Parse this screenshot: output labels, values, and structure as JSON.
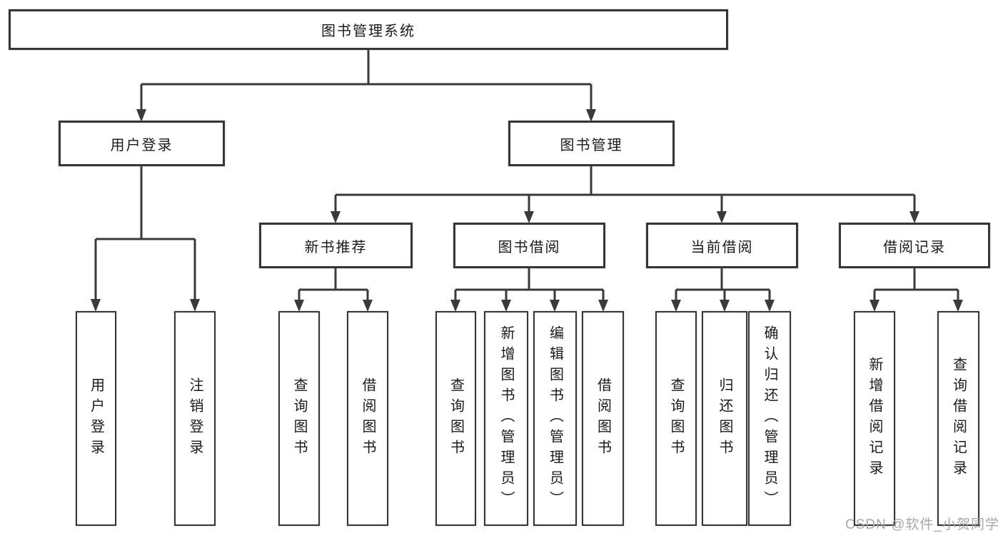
{
  "diagram": {
    "root": "图书管理系统",
    "level2": {
      "user_login": "用户登录",
      "book_mgmt": "图书管理"
    },
    "level3": {
      "new_book": "新书推荐",
      "book_borrow": "图书借阅",
      "current_borrow": "当前借阅",
      "borrow_record": "借阅记录"
    },
    "leaves": {
      "user_login": [
        "用户登录",
        "注销登录"
      ],
      "new_book": [
        "查询图书",
        "借阅图书"
      ],
      "book_borrow": [
        "查询图书",
        "新增图书（管理员）",
        "编辑图书（管理员）",
        "借阅图书"
      ],
      "current_borrow": [
        "查询图书",
        "归还图书",
        "确认归还（管理员）"
      ],
      "borrow_record": [
        "新增借阅记录",
        "查询借阅记录"
      ]
    }
  },
  "watermark": "CSDN @软件_小贺同学",
  "colors": {
    "line": "#3a3a3a",
    "text": "#1a1a1a",
    "watermark": "#a7a7a7"
  }
}
